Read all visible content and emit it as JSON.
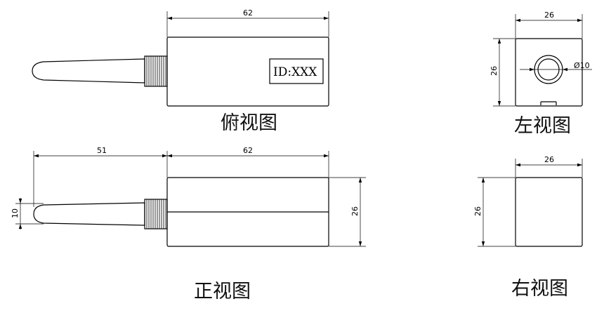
{
  "views": {
    "top": {
      "title": "俯视图",
      "id_label": "ID:XXX",
      "dim_length": "62"
    },
    "left": {
      "title": "左视图",
      "dim_width": "26",
      "dim_height": "26",
      "dim_diameter": "Ø10"
    },
    "front": {
      "title": "正视图",
      "dim_antenna": "51",
      "dim_length": "62",
      "dim_height": "26",
      "dim_antenna_dia": "10"
    },
    "right": {
      "title": "右视图",
      "dim_width": "26",
      "dim_height": "26"
    }
  }
}
